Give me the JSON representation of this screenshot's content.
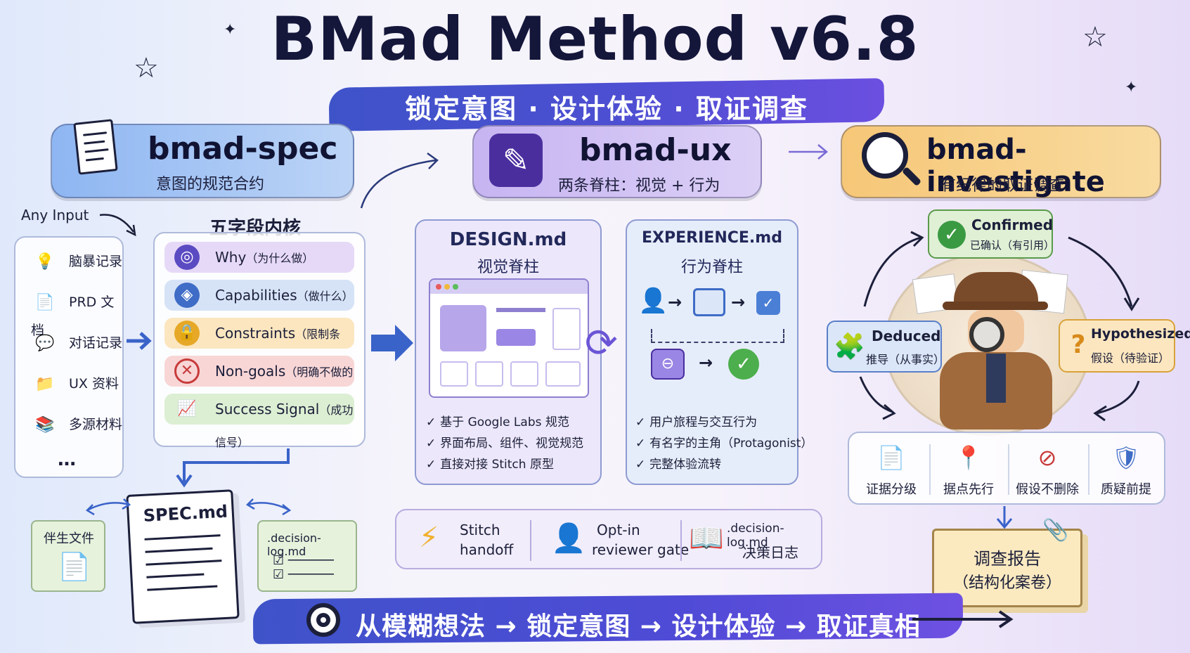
{
  "title": "BMad Method v6.8",
  "subtitle": "锁定意图 · 设计体验 · 取证调查",
  "colors": {
    "spec": "#8eb6f2",
    "ux": "#c6b4f2",
    "investigate": "#f6c777",
    "band": "#3f53c9"
  },
  "spec": {
    "name": "bmad-spec",
    "sub": "意图的规范合约",
    "any_input": "Any Input",
    "inputs": [
      {
        "label": "脑暴记录",
        "icon": "lightbulb-icon"
      },
      {
        "label": "PRD 文档",
        "icon": "document-icon"
      },
      {
        "label": "对话记录",
        "icon": "chat-icon"
      },
      {
        "label": "UX 资料",
        "icon": "folder-icon"
      },
      {
        "label": "多源材料",
        "icon": "stack-icon"
      },
      {
        "label": "…",
        "icon": ""
      }
    ],
    "core_title": "五字段内核",
    "fields": [
      {
        "name": "Why",
        "paren": "（为什么做）",
        "icon": "target-icon",
        "color": "#e6d9f7"
      },
      {
        "name": "Capabilities",
        "paren": "（做什么）",
        "icon": "cube-icon",
        "color": "#d6e3f7"
      },
      {
        "name": "Constraints",
        "paren": "（限制条件）",
        "icon": "lock-icon",
        "color": "#fbe6bf"
      },
      {
        "name": "Non-goals",
        "paren": "（明确不做的事）",
        "icon": "x-circle-icon",
        "color": "#f8d6d6"
      },
      {
        "name": "Success Signal",
        "paren": "（成功信号）",
        "icon": "growth-chart-icon",
        "color": "#dcefd3"
      }
    ],
    "companion_file": "伴生文件",
    "spec_file": "SPEC.md",
    "decision_log": ".decision-log.md"
  },
  "ux": {
    "name": "bmad-ux",
    "sub": "两条脊柱：视觉 + 行为",
    "design": {
      "title": "DESIGN.md",
      "sub": "视觉脊柱",
      "bullets": [
        "基于 Google Labs 规范",
        "界面布局、组件、视觉规范",
        "直接对接 Stitch 原型"
      ]
    },
    "experience": {
      "title": "EXPERIENCE.md",
      "sub": "行为脊柱",
      "bullets": [
        "用户旅程与交互行为",
        "有名字的主角（Protagonist）",
        "完整体验流转"
      ]
    },
    "footer": [
      {
        "line1": "Stitch",
        "line2": "handoff",
        "icon": "lightning-icon"
      },
      {
        "line1": "Opt-in",
        "line2": "reviewer gate",
        "icon": "reviewer-icon"
      },
      {
        "line1": ".decision-log.md",
        "line2": "决策日志",
        "icon": "book-icon"
      }
    ]
  },
  "investigate": {
    "name": "bmad-investigate",
    "sub": "有纪律的取证调查",
    "confirmed": {
      "t1": "Confirmed",
      "t2": "已确认（有引用）"
    },
    "deduced": {
      "t1": "Deduced",
      "t2": "推导（从事实）"
    },
    "hypothesized": {
      "t1": "Hypothesized",
      "t2": "假设（待验证）"
    },
    "features": [
      {
        "label": "证据分级",
        "icon": "document-icon"
      },
      {
        "label": "据点先行",
        "icon": "location-pin-icon"
      },
      {
        "label": "假设不删除",
        "icon": "no-delete-icon"
      },
      {
        "label": "质疑前提",
        "icon": "shield-check-icon"
      }
    ],
    "report_line1": "调查报告",
    "report_line2": "（结构化案卷）"
  },
  "bottom": "从模糊想法 → 锁定意图 → 设计体验 → 取证真相"
}
